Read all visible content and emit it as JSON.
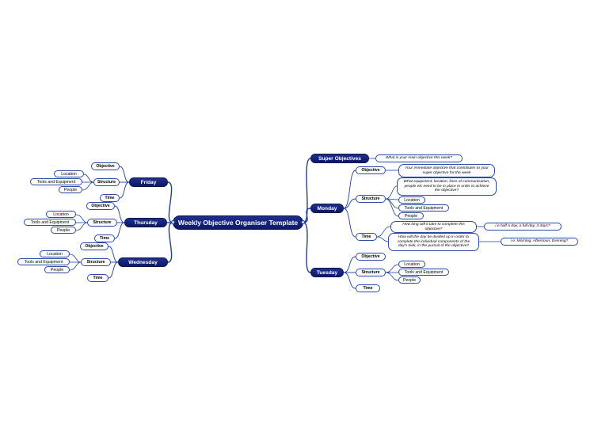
{
  "center": "Weekly Objective Organiser Template",
  "super_objectives": {
    "label": "Super Objectives",
    "note": "What is your main objective this week?"
  },
  "monday": {
    "label": "Monday",
    "objective": "Objective",
    "objective_note": "Your immediate objective that contributes to your super objective for the week",
    "structure": "Structure",
    "structure_note": "What equipment, location, lines of communication, people etc need to be in place in order to achieve the objective?",
    "location": "Location",
    "tools": "Tools and Equipment",
    "people": "People",
    "time": "Time",
    "time_note_1": "How long will it take to complete this objective?",
    "time_note_1_answer": "i.e half a day, a full day, 3 days?",
    "time_note_2": "How will the day be divided up in order to complete the individual components of the day's task, in the pursuit of the objective?",
    "time_note_2_answer": "i.e. Morning, Afternoon, Evening?"
  },
  "tuesday": {
    "label": "Tuesday",
    "objective": "Objective",
    "structure": "Structure",
    "location": "Location",
    "tools": "Tools and Equipment",
    "people": "People",
    "time": "Time"
  },
  "wednesday": {
    "label": "Wednesday",
    "objective": "Objective",
    "structure": "Structure",
    "location": "Location",
    "tools": "Tools and Equipment",
    "people": "People",
    "time": "Time"
  },
  "thursday": {
    "label": "Thursday",
    "objective": "Objective",
    "structure": "Structure",
    "location": "Location",
    "tools": "Tools and Equipment",
    "people": "People",
    "time": "Time"
  },
  "friday": {
    "label": "Friday",
    "objective": "Objective",
    "structure": "Structure",
    "location": "Location",
    "tools": "Tools and Equipment",
    "people": "People",
    "time": "Time"
  },
  "colors": {
    "node_fill": "#13237a",
    "branch_line": "#1f3f9a",
    "sub_border": "#2a4aa8"
  }
}
